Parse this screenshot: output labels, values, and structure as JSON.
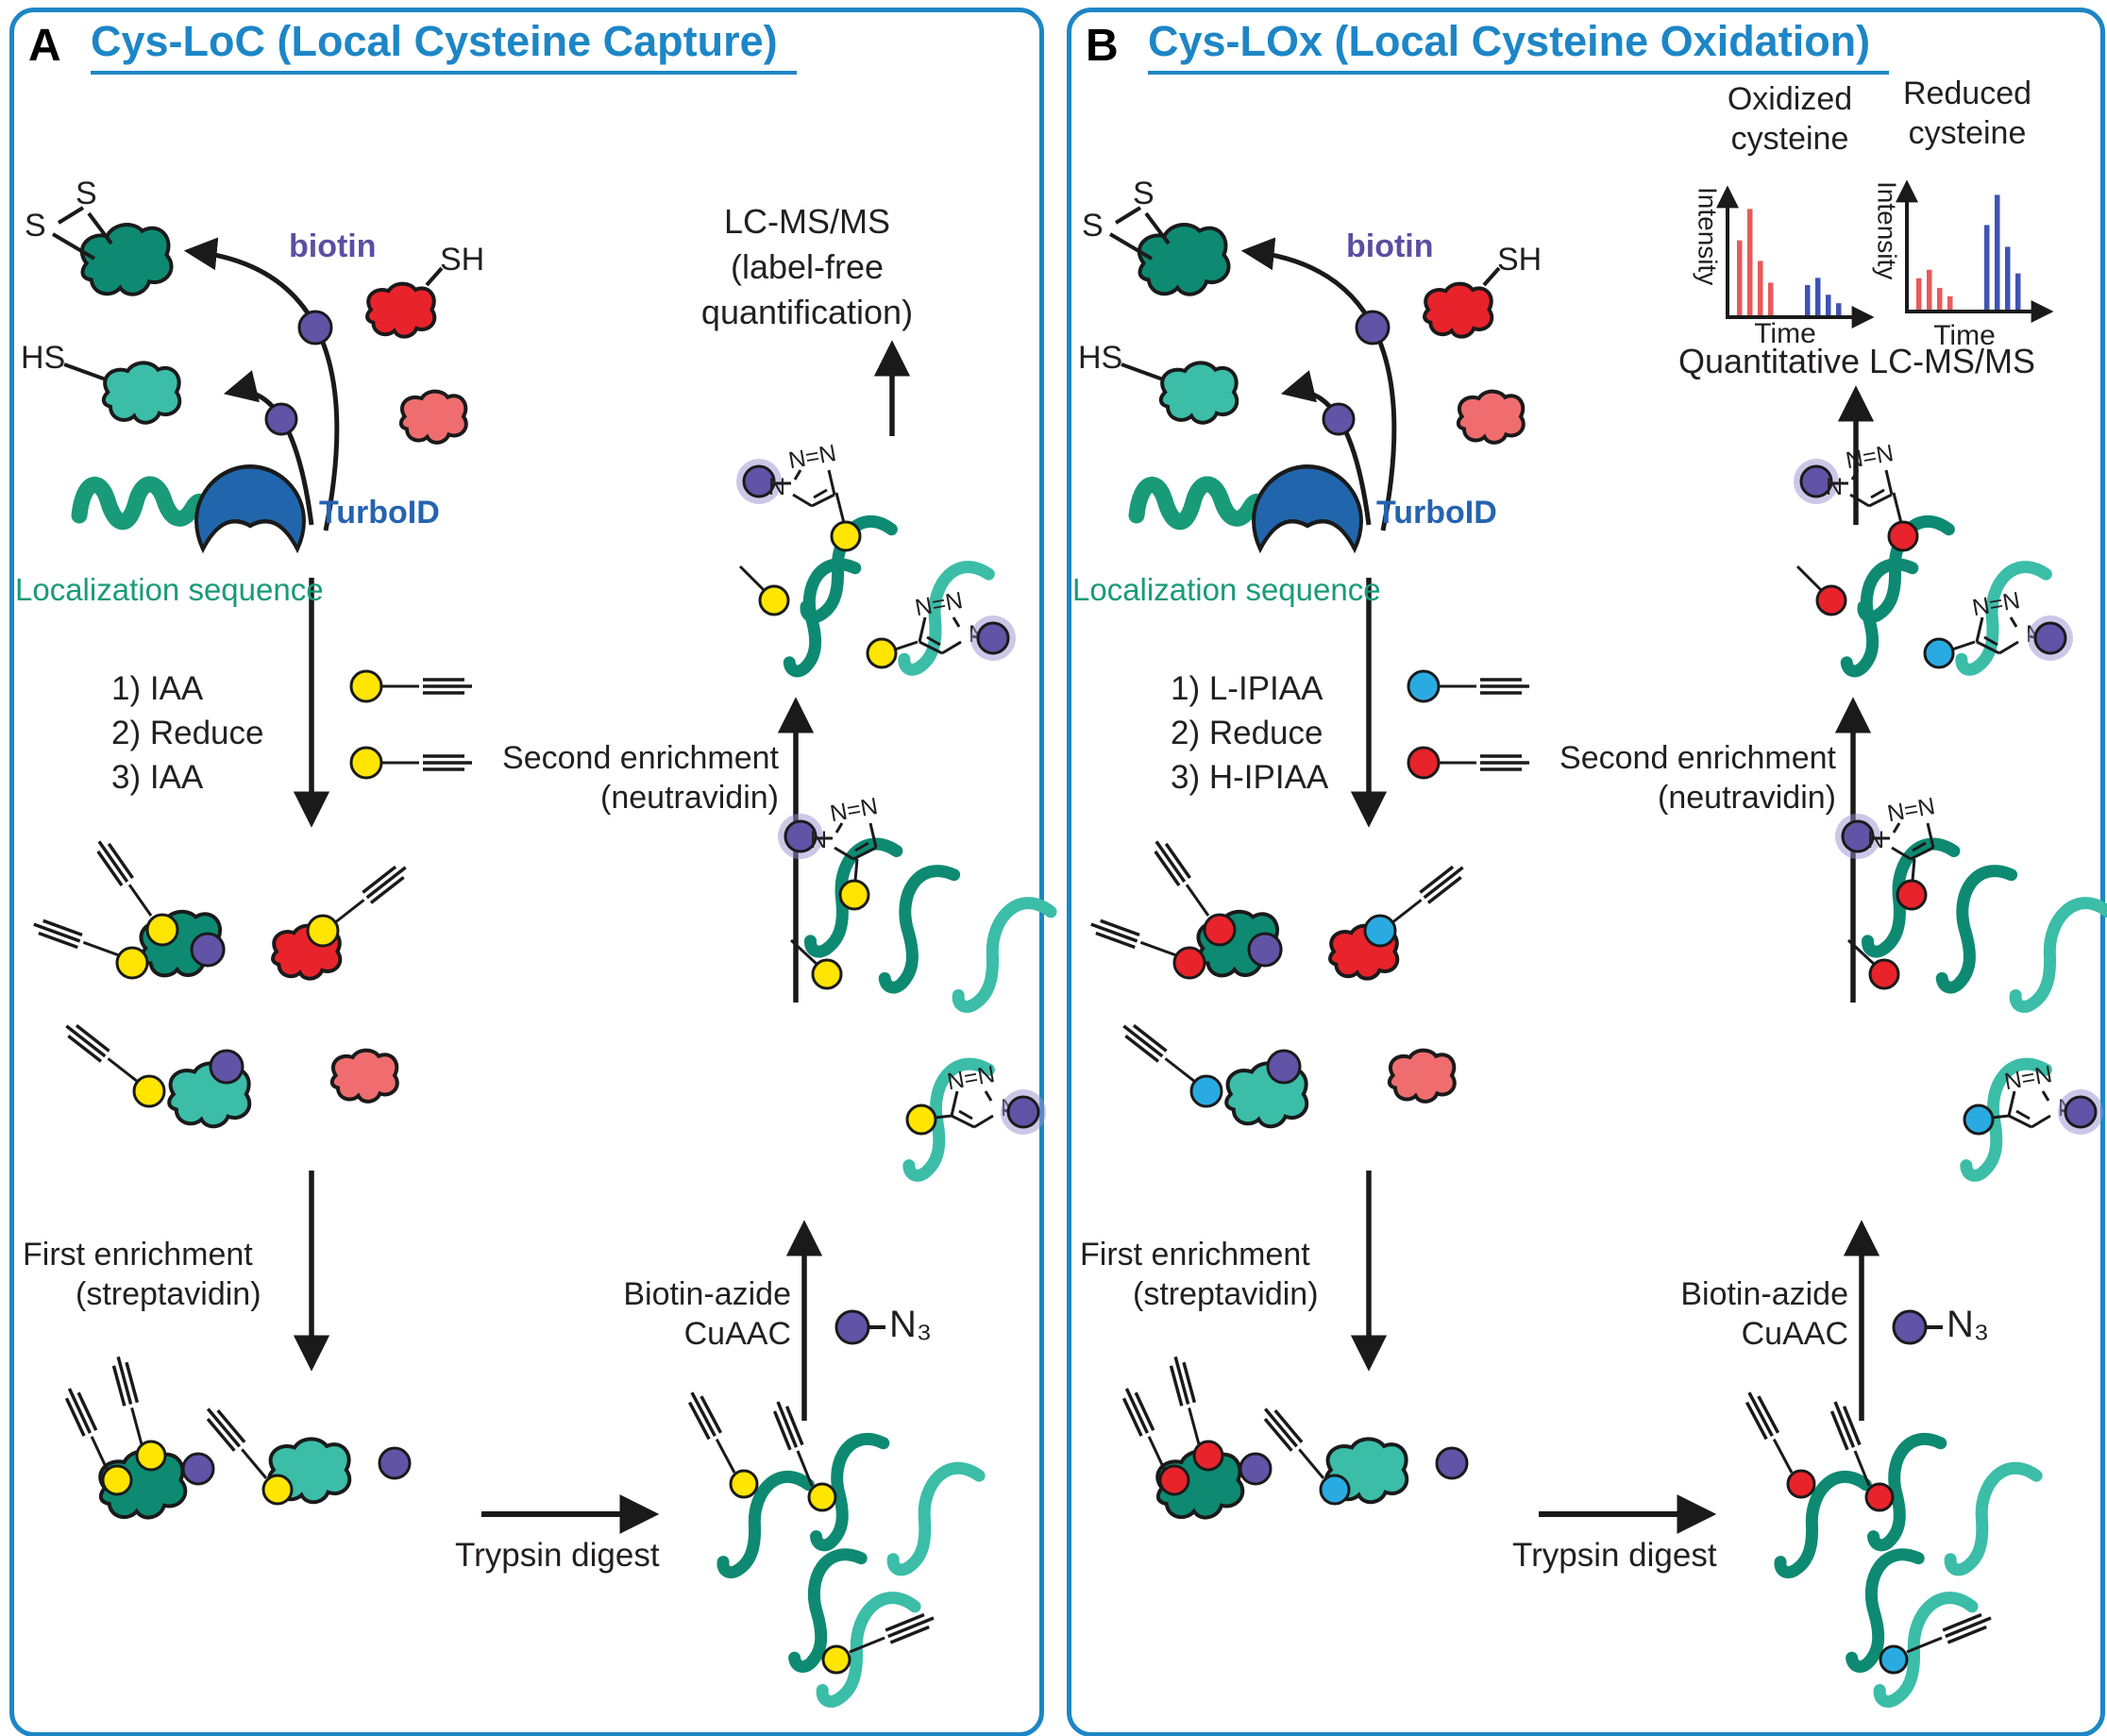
{
  "shared": {
    "biotin": "biotin",
    "turboid": "TurboID",
    "localization": "Localization sequence",
    "sh": "SH",
    "hs": "HS",
    "s": "S",
    "n3": "N₃",
    "triazole_top": "N=N",
    "triazole_n": "N",
    "first_enrichment": [
      "First enrichment",
      "(streptavidin)"
    ],
    "second_enrichment": [
      "Second enrichment",
      "(neutravidin)"
    ],
    "trypsin": "Trypsin digest",
    "cuaac": [
      "Biotin-azide",
      "CuAAC"
    ]
  },
  "panel_a": {
    "label": "A",
    "title": "Cys-LoC (Local Cysteine Capture)",
    "steps": [
      "1) IAA",
      "2) Reduce",
      "3) IAA"
    ],
    "lcms": [
      "LC-MS/MS",
      "(label-free",
      "quantification)"
    ]
  },
  "panel_b": {
    "label": "B",
    "title": "Cys-LOx (Local Cysteine Oxidation)",
    "steps": [
      "1) L-IPIAA",
      "2) Reduce",
      "3) H-IPIAA"
    ],
    "quant_lcms": "Quantitative LC-MS/MS",
    "charts": [
      {
        "title_lines": [
          "Oxidized",
          "cysteine"
        ],
        "ylabel": "Intensity",
        "xlabel": "Time"
      },
      {
        "title_lines": [
          "Reduced",
          "cysteine"
        ],
        "ylabel": "Intensity",
        "xlabel": "Time"
      }
    ]
  },
  "colors": {
    "panel_border_blue": "#1d86c6",
    "title_blue": "#1d86c6",
    "black": "#1a1a1a",
    "biotin_purple_text": "#5a4fa2",
    "turboid_blue_text": "#2563af",
    "teal_text": "#199a78",
    "dark_teal": "#0e8a72",
    "light_teal": "#3bbda8",
    "red": "#e8232b",
    "salmon": "#ef6d6f",
    "purple": "#6153a6",
    "purple_glow": "#9a8fd0",
    "yellow": "#ffe500",
    "cyan": "#29abe2",
    "turboid_blue": "#2166ad",
    "chart_red": "#e85a5a",
    "chart_blue": "#4053b4"
  },
  "chart_data": [
    {
      "type": "bar",
      "title": "Oxidized cysteine",
      "xlabel": "Time",
      "ylabel": "Intensity",
      "series": [
        {
          "name": "oxidized peptide peaks (red)",
          "color": "#e85a5a",
          "values": [
            0.62,
            0.88,
            0.45,
            0.27
          ]
        },
        {
          "name": "reduced peptide peaks (blue)",
          "color": "#4053b4",
          "values": [
            0.25,
            0.31,
            0.17,
            0.1
          ]
        }
      ]
    },
    {
      "type": "bar",
      "title": "Reduced cysteine",
      "xlabel": "Time",
      "ylabel": "Intensity",
      "series": [
        {
          "name": "oxidized peptide peaks (red)",
          "color": "#e85a5a",
          "values": [
            0.26,
            0.33,
            0.18,
            0.11
          ]
        },
        {
          "name": "reduced peptide peaks (blue)",
          "color": "#4053b4",
          "values": [
            0.7,
            0.95,
            0.52,
            0.3
          ]
        }
      ]
    }
  ]
}
